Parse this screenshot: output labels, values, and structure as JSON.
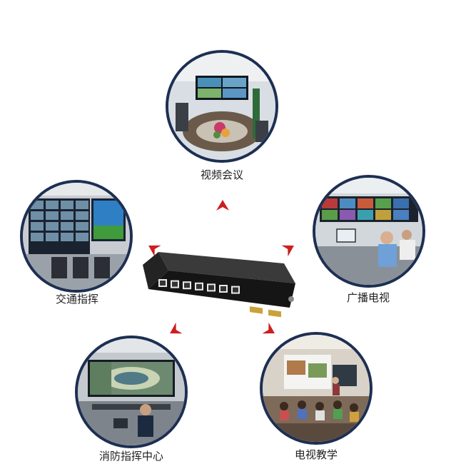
{
  "applications": [
    {
      "id": "video-conference",
      "label": "视频会议"
    },
    {
      "id": "broadcast-tv",
      "label": "广播电视"
    },
    {
      "id": "tv-teaching",
      "label": "电视教学"
    },
    {
      "id": "fire-command-center",
      "label": "消防指挥中心"
    },
    {
      "id": "traffic-command",
      "label": "交通指挥"
    }
  ],
  "colors": {
    "circle_border": "#1d2f52",
    "arrow": "#cc1f1f",
    "device_body": "#1b1b1b",
    "port_gold": "#c9a23a"
  },
  "device": {
    "rj45_port_count": 7,
    "hdmi_port_count": 2
  }
}
